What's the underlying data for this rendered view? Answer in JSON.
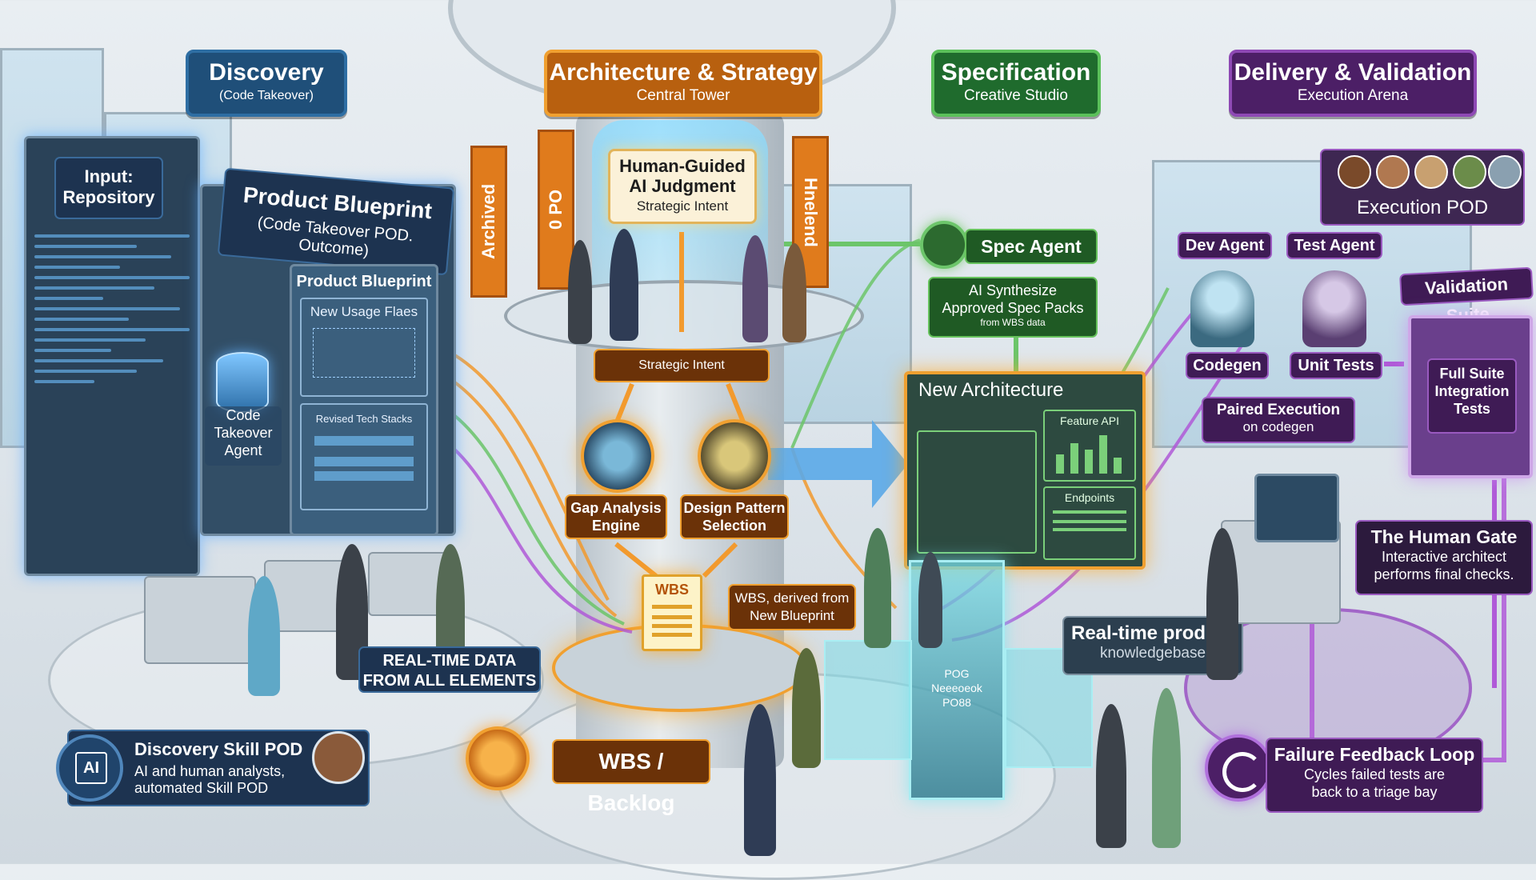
{
  "stages": {
    "discovery": {
      "title": "Discovery",
      "subtitle": "(Code Takeover)"
    },
    "architecture": {
      "title": "Architecture & Strategy",
      "subtitle": "Central Tower"
    },
    "specification": {
      "title": "Specification",
      "subtitle": "Creative Studio"
    },
    "delivery": {
      "title": "Delivery & Validation",
      "subtitle": "Execution Arena"
    }
  },
  "discovery": {
    "input_label": "Input:\nRepository",
    "blueprint_title": "Product Blueprint",
    "blueprint_subtitle": "(Code Takeover POD. Outcome)",
    "inner_title": "Product Blueprint",
    "usage_flows": "New Usage Flaes",
    "tech_stacks": "Revised Tech Stacks",
    "agent_label": "Code\nTakeover\nAgent",
    "realtime": "REAL-TIME DATA\nFROM ALL ELEMENTS",
    "skill_pod_title": "Discovery Skill POD",
    "skill_pod_desc": "AI and human analysts,\nautomated Skill POD",
    "ai_badge": "AI"
  },
  "architecture": {
    "banner_left": "Archived",
    "banner_mid": "0 PO",
    "banner_right": "Hnelend",
    "judgment_title": "Human-Guided\nAI Judgment",
    "judgment_sub": "Strategic Intent",
    "strategic_intent": "Strategic Intent",
    "gap_engine": "Gap Analysis\nEngine",
    "design_pattern": "Design Pattern\nSelection",
    "wbs_doc": "WBS",
    "wbs_note": "WBS, derived from\nNew Blueprint",
    "wbs_backlog": "WBS / Backlog"
  },
  "specification": {
    "spec_agent": "Spec Agent",
    "synth_title": "AI Synthesize\nApproved Spec Packs",
    "synth_sub": "from WBS data",
    "new_arch": "New Architecture",
    "feature_api": "Feature API",
    "endpoints": "Endpoints",
    "knowledge_title": "Real-time product",
    "knowledge_sub": "knowledgebase",
    "tower_text": "POG\nNeeeoeok\nPO88"
  },
  "delivery": {
    "execution_pod": "Execution POD",
    "dev_agent": "Dev Agent",
    "test_agent": "Test Agent",
    "codegen": "Codegen",
    "unit_tests": "Unit Tests",
    "paired_title": "Paired Execution",
    "paired_sub": "on codegen",
    "validation_suite": "Validation Suite",
    "full_suite": "Full Suite\nIntegration\nTests",
    "human_gate_title": "The Human Gate",
    "human_gate_desc": "Interactive architect\nperforms final checks.",
    "failure_title": "Failure Feedback Loop",
    "failure_desc": "Cycles failed tests are\nback to a triage bay"
  },
  "colors": {
    "blue": "#1f4f79",
    "orange": "#e07b1c",
    "green": "#1f6b2d",
    "purple": "#4c1f66",
    "flow_orange": "#f29a2e",
    "flow_green": "#6cc56a",
    "flow_purple": "#b05ad8",
    "flow_blue": "#4aa3e8"
  }
}
